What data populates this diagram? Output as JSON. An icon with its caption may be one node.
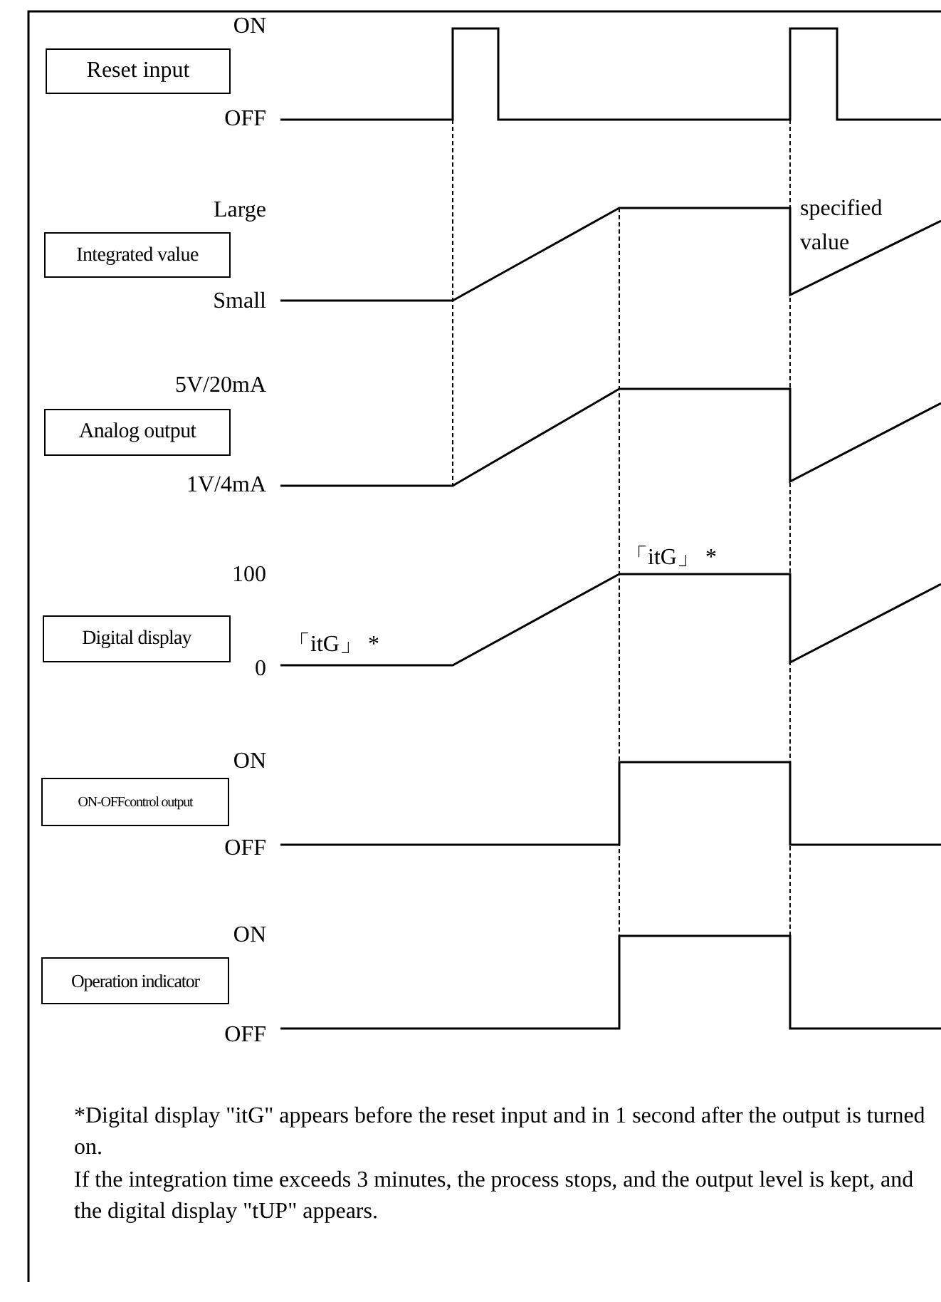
{
  "diagram": {
    "nodes": [
      {
        "text": [
          "Reset input"
        ]
      },
      {
        "text": [
          "Integrated value"
        ]
      },
      {
        "text": [
          "Analog output"
        ]
      },
      {
        "text": [
          "Digital display"
        ]
      },
      {
        "text": [
          "ON-OFFcontrol output"
        ]
      },
      {
        "text": [
          "Operation indicator"
        ]
      }
    ],
    "labels": [
      "ON",
      "OFF",
      "Large",
      "Small",
      "specified value",
      "5V/20mA",
      "1V/4mA",
      "「itG」 *",
      "100",
      "「itG」 *",
      "0",
      "ON",
      "OFF",
      "ON",
      "OFF",
      "*Digital display \"itG\" appears before the reset input and in 1 second after the output is turned on.",
      "If the integration time exceeds 3 minutes, the process stops, and the output level is kept, and the digital display \"tUP\" appears."
    ]
  }
}
